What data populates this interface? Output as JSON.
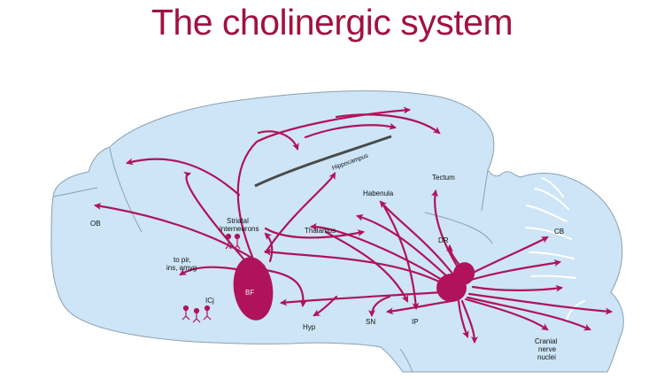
{
  "title": "The cholinergic system",
  "colors": {
    "title": "#a1123f",
    "brain_fill": "#cde5f6",
    "brain_stroke": "#8aa0b0",
    "pathway": "#b0125c",
    "nucleus": "#b0125c",
    "hippocampus_line": "#4a4a4a"
  },
  "labels": {
    "ob": "OB",
    "striatal_1": "Striatal",
    "striatal_2": "interneurons",
    "hippocampus": "Hippocampus",
    "habenula": "Habenula",
    "tectum": "Tectum",
    "thalamus": "Thalamus",
    "dr": "DR",
    "cb": "CB",
    "to_pir_1": "to pir,",
    "to_pir_2": "ins, amyg",
    "bf": "BF",
    "icj": "ICj",
    "hyp": "Hyp",
    "sn": "SN",
    "ip": "IP",
    "cranial_1": "Cranial",
    "cranial_2": "nerve",
    "cranial_3": "nuclei"
  }
}
